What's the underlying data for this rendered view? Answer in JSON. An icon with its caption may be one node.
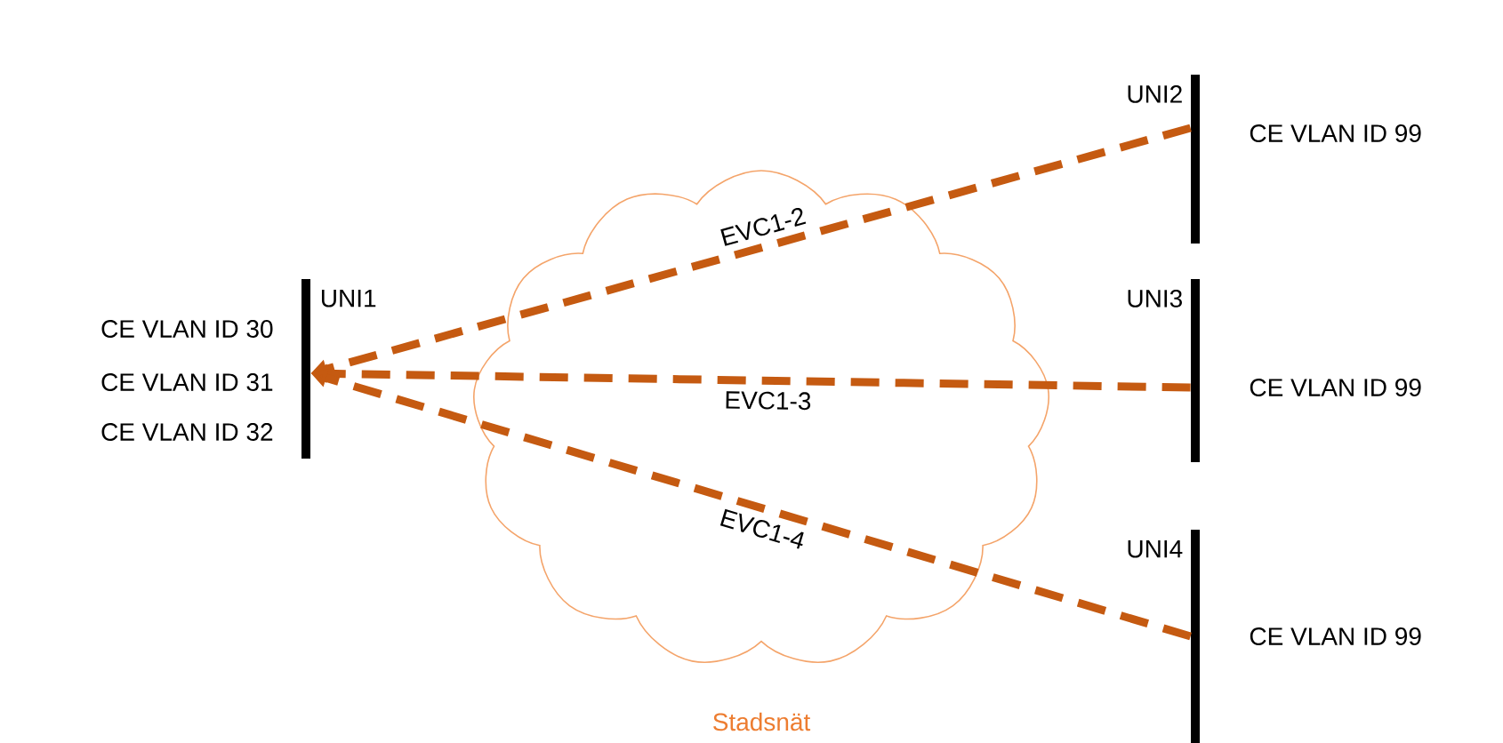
{
  "diagram": {
    "nodes": [
      {
        "text": [
          "UNI1"
        ],
        "beside": [
          "CE VLAN ID 30",
          "CE VLAN ID 31",
          "CE VLAN ID 32"
        ]
      },
      {
        "text": [
          "UNI2"
        ],
        "beside": [
          "CE VLAN ID 99"
        ]
      },
      {
        "text": [
          "UNI3"
        ],
        "beside": [
          "CE VLAN ID 99"
        ]
      },
      {
        "text": [
          "UNI4"
        ],
        "beside": [
          "CE VLAN ID 99"
        ]
      }
    ],
    "labels": [
      "Stadsnät"
    ],
    "edges": [
      {
        "from": 1,
        "to": 0,
        "arrow": "to",
        "label": "EVC1-2",
        "style": "dashed"
      },
      {
        "from": 2,
        "to": 0,
        "arrow": "to",
        "label": "EVC1-3",
        "style": "dashed"
      },
      {
        "from": 3,
        "to": 0,
        "arrow": "to",
        "label": "EVC1-4",
        "style": "dashed"
      }
    ]
  }
}
